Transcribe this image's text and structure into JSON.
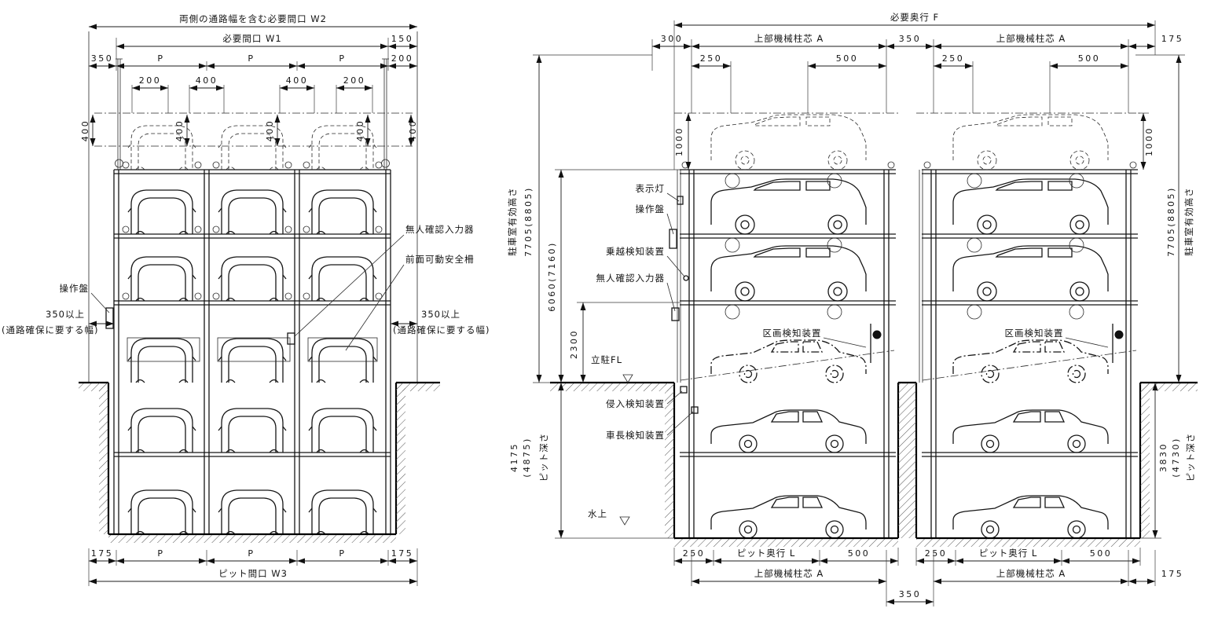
{
  "drawing": {
    "background": "#ffffff",
    "line_color": "#1b1b1b"
  },
  "left_view": {
    "top_dims": {
      "w2": "両側の通路幅を含む必要間口  W2",
      "w1": "必要間口  W1",
      "d150": "150",
      "d350": "350",
      "p1": "P",
      "p2": "P",
      "p3": "P",
      "d200r": "200",
      "small": [
        "200",
        "400",
        "400",
        "200"
      ],
      "v400": [
        "400",
        "400",
        "400",
        "400",
        "400"
      ]
    },
    "labels": {
      "control_panel": "操作盤",
      "unmanned_input": "無人確認入力器",
      "front_fence": "前面可動安全柵",
      "clearance_left_1": "350以上",
      "clearance_left_2": "(通路確保に要する幅)",
      "clearance_right_1": "350以上",
      "clearance_right_2": "(通路確保に要する幅)"
    },
    "bottom_dims": {
      "d175l": "175",
      "p1": "P",
      "p2": "P",
      "p3": "P",
      "d175r": "175",
      "w3": "ピット間口  W3"
    }
  },
  "right_view": {
    "top_dims": {
      "f": "必要奥行  F",
      "d300": "300",
      "a1": "上部機械柱芯  A",
      "d350": "350",
      "a2": "上部機械柱芯  A",
      "d175": "175",
      "d250u1": "250",
      "d500u1": "500",
      "d250u2": "250",
      "d500u2": "500"
    },
    "side_dims": {
      "height_label_left": "駐車室有効高さ",
      "height_left": "7705(8805)",
      "d6060": "6060(7160)",
      "d2300": "2300",
      "d1000l": "1000",
      "d1000r": "1000",
      "height_label_right": "駐車室有効高さ",
      "height_right": "7705(8805)",
      "pit_left_a": "4175",
      "pit_left_b": "(4875)",
      "pit_left_label": "ピット深さ",
      "pit_right_a": "3830",
      "pit_right_b": "(4730)",
      "pit_right_label": "ピット深さ"
    },
    "labels": {
      "indicator_light": "表示灯",
      "control_panel": "操作盤",
      "override_sensor": "乗越検知装置",
      "unmanned_input": "無人確認入力器",
      "parking_fl": "立駐FL",
      "intrusion_sensor": "侵入検知装置",
      "car_length_sensor": "車長検知装置",
      "section_sensor_1": "区画検知装置",
      "section_sensor_2": "区画検知装置",
      "water_level": "水上"
    },
    "bottom_dims": {
      "d250u1": "250",
      "pit_depth_l1": "ピット奥行  L",
      "d500u1": "500",
      "d250u2": "250",
      "pit_depth_l2": "ピット奥行  L",
      "d500u2": "500",
      "a1": "上部機械柱芯  A",
      "a2": "上部機械柱芯  A",
      "d175": "175",
      "d350": "350"
    }
  }
}
